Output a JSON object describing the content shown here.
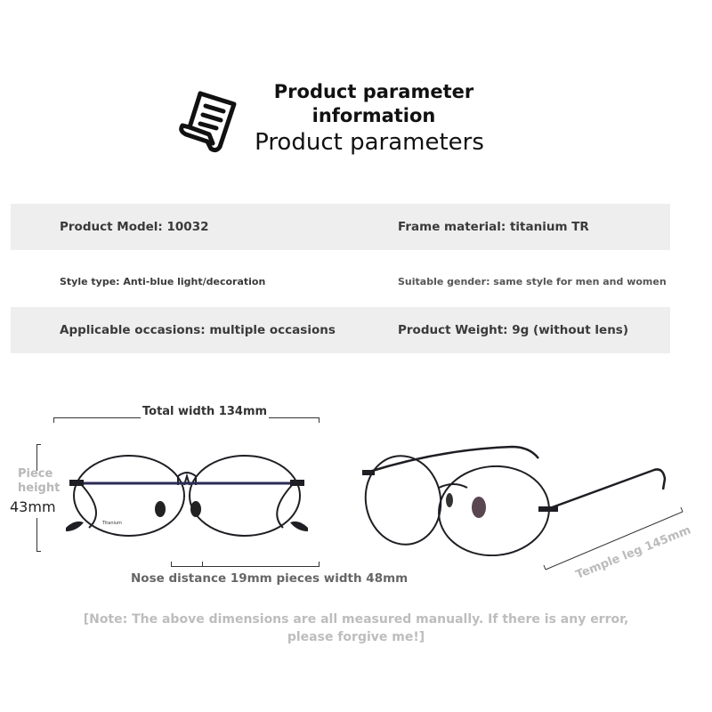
{
  "header": {
    "icon": "document-scroll-icon",
    "title_line1": "Product parameter",
    "title_line2": "information",
    "subtitle": "Product parameters"
  },
  "parameters": [
    {
      "left": "Product Model: 10032",
      "right": "Frame material: titanium TR"
    },
    {
      "left": "Style type: Anti-blue light/decoration",
      "right": "Suitable gender: same style for men and women"
    },
    {
      "left": "Applicable occasions: multiple occasions",
      "right": "Product Weight: 9g (without lens)"
    }
  ],
  "dimensions": {
    "total_width": "Total width 134mm",
    "piece_height_label_line1": "Piece",
    "piece_height_label_line2": "height",
    "piece_height_value": "43mm",
    "nose_and_piece": "Nose distance 19mm pieces width 48mm",
    "temple_leg": "Temple leg 145mm",
    "frame_imprint": "Titanium"
  },
  "note": "[Note: The above dimensions are all measured manually. If there is any error, please forgive me!]",
  "colors": {
    "row_shade": "#eeeeef",
    "frame": "#1e1e24",
    "nose_pad": "#5a4650",
    "label_gray": "#bbbbbb"
  }
}
